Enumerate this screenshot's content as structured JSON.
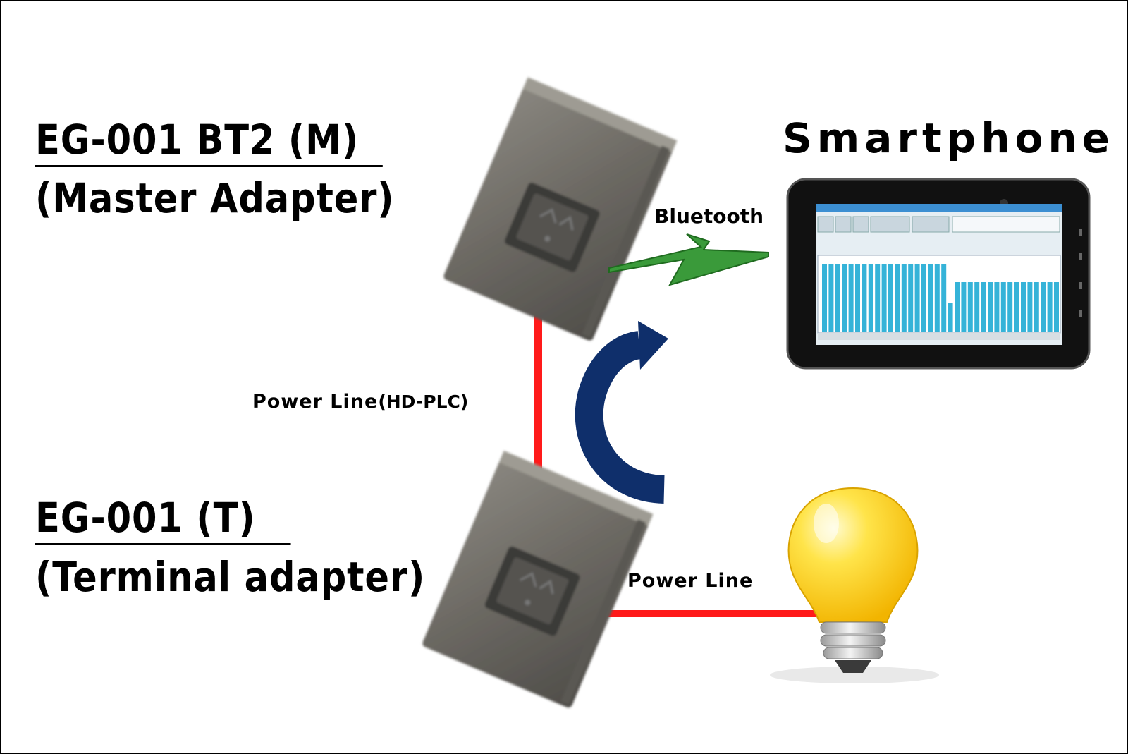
{
  "master": {
    "title": "EG-001 BT2 (M)",
    "subtitle": "(Master Adapter)"
  },
  "terminal": {
    "title": "EG-001  (T)",
    "subtitle": "(Terminal adapter)"
  },
  "smartphone": {
    "title": "Smartphone"
  },
  "links": {
    "bluetooth": "Bluetooth",
    "power_line_hdplc_main": "Power Line",
    "power_line_hdplc_suffix": "(HD-PLC)",
    "power_line": "Power Line"
  },
  "colors": {
    "power_line": "#ff1a1a",
    "bluetooth_bolt": "#3a9a3a",
    "arrow": "#0f2f6b",
    "adapter_body": "#6b6862",
    "bulb": "#ffd21a",
    "screen_bars": "#35b3d8"
  },
  "icons": {
    "wireless": "lightning-bolt-icon",
    "flow": "curved-arrow-icon",
    "load": "light-bulb-icon"
  }
}
